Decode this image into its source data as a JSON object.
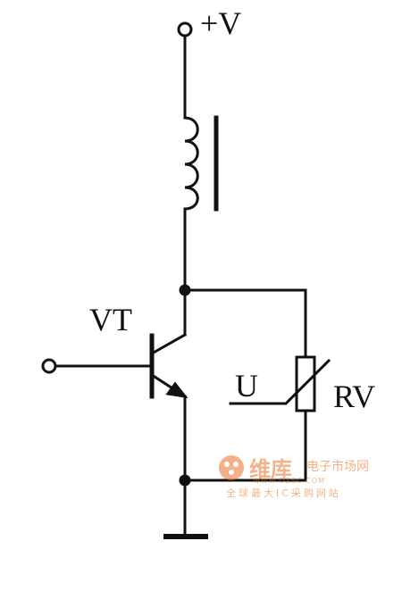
{
  "labels": {
    "supply": "+V",
    "transistor": "VT",
    "voltage": "U",
    "varistor": "RV"
  },
  "watermark": {
    "logo_text": "维库",
    "title": "电子市场网",
    "url": "WWW.DZSC.COM",
    "subtitle": "全球最大IC采购网站"
  },
  "colors": {
    "ink": "#111111",
    "watermark": "#e8742a"
  }
}
